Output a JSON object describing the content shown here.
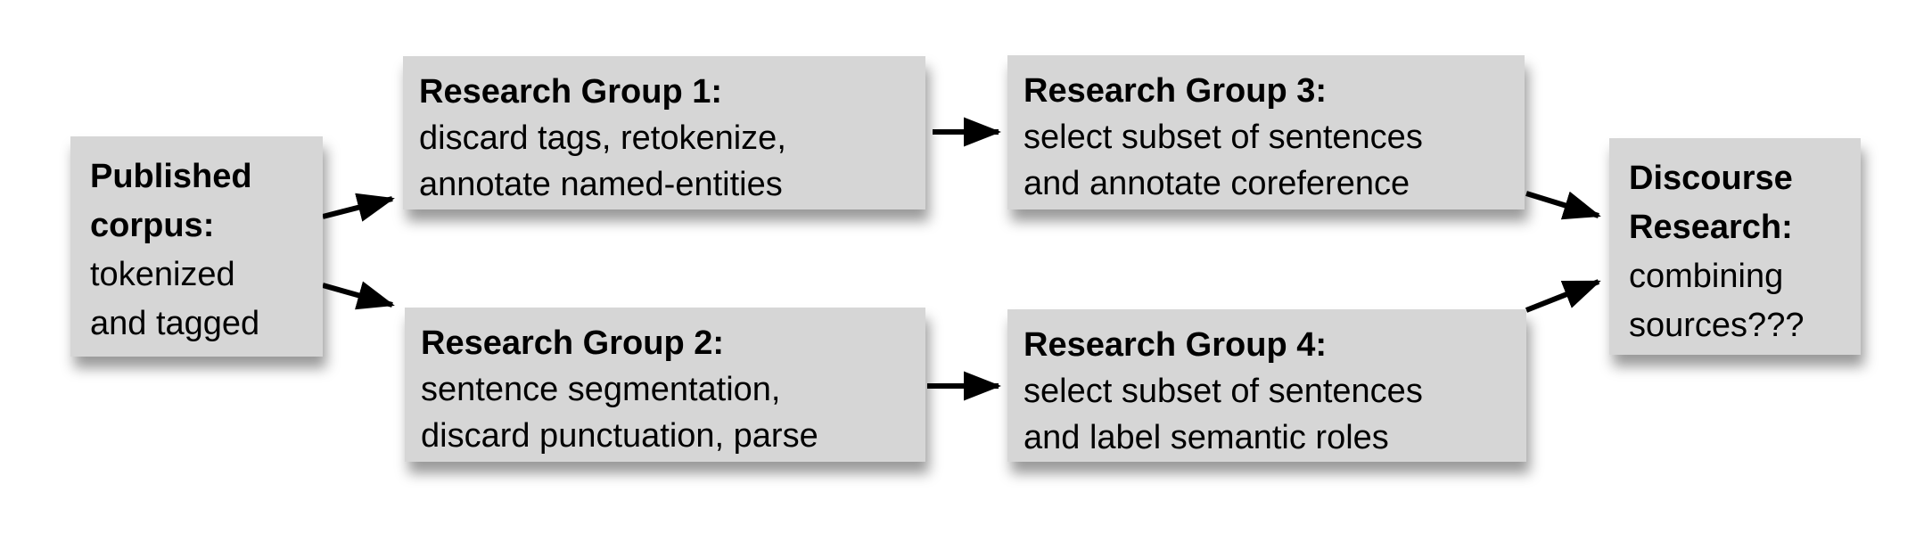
{
  "diagram": {
    "colors": {
      "background": "#ffffff",
      "box_fill": "#d6d6d6",
      "text": "#000000",
      "arrow": "#000000"
    },
    "boxes": {
      "published_corpus": {
        "title_line1": "Published",
        "title_line2": "corpus:",
        "body_line1": "tokenized",
        "body_line2": "and tagged"
      },
      "research_group_1": {
        "title": "Research Group 1:",
        "body_line1": "discard tags, retokenize,",
        "body_line2": "annotate named-entities"
      },
      "research_group_2": {
        "title": "Research Group 2:",
        "body_line1": "sentence segmentation,",
        "body_line2": "discard punctuation, parse"
      },
      "research_group_3": {
        "title": "Research Group 3:",
        "body_line1": "select subset of sentences",
        "body_line2": "and annotate coreference"
      },
      "research_group_4": {
        "title": "Research Group 4:",
        "body_line1": "select subset of sentences",
        "body_line2": "and label semantic roles"
      },
      "discourse_research": {
        "title_line1": "Discourse",
        "title_line2": "Research:",
        "body_line1": "combining",
        "body_line2": "sources???"
      }
    },
    "connections": [
      {
        "from": "published_corpus",
        "to": "research_group_1"
      },
      {
        "from": "published_corpus",
        "to": "research_group_2"
      },
      {
        "from": "research_group_1",
        "to": "research_group_3"
      },
      {
        "from": "research_group_2",
        "to": "research_group_4"
      },
      {
        "from": "research_group_3",
        "to": "discourse_research"
      },
      {
        "from": "research_group_4",
        "to": "discourse_research"
      }
    ]
  }
}
